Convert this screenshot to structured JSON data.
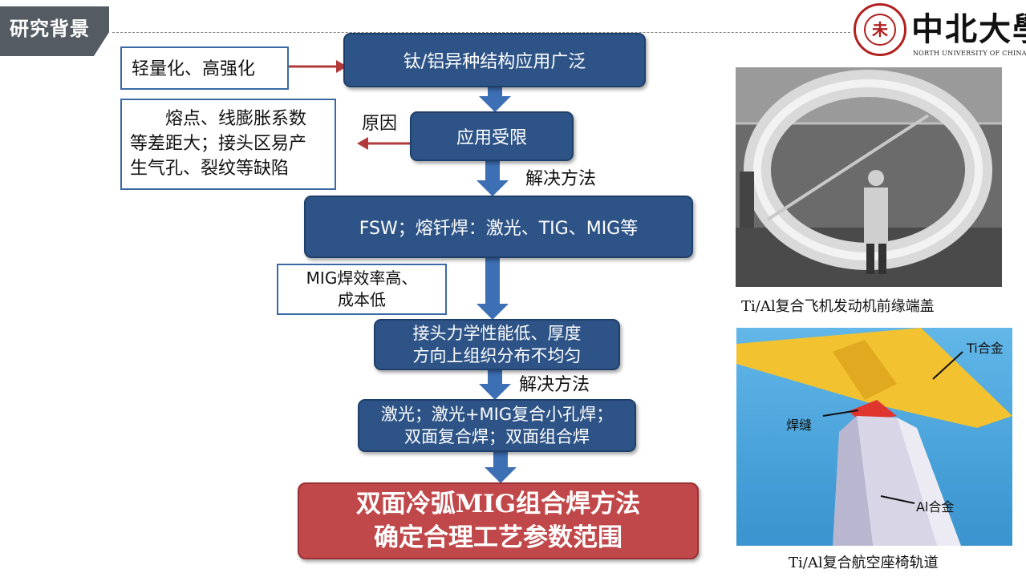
{
  "header": {
    "title": "研究背景"
  },
  "logo": {
    "seal_char": "未",
    "name": "中北大學",
    "subtitle": "NORTH UNIVERSITY OF CHINA"
  },
  "flow": {
    "node1": "钛/铝异种结构应用广泛",
    "node2": "应用受限",
    "node3": "FSW；熔钎焊：激光、TIG、MIG等",
    "node4": [
      "接头力学性能低、厚度",
      "方向上组织分布不均匀"
    ],
    "node5": [
      "激光；激光+MIG复合小孔焊；",
      "双面复合焊；双面组合焊"
    ],
    "result": [
      "双面冷弧MIG组合焊方法",
      "确定合理工艺参数范围"
    ]
  },
  "side_notes": {
    "note1": "轻量化、高强化",
    "note2": [
      "熔点、线膨胀系数",
      "等差距大；接头区易产",
      "生气孔、裂纹等缺陷"
    ],
    "note2_label": "原因",
    "note3": [
      "MIG焊效率高、",
      "成本低"
    ]
  },
  "edge_labels": {
    "solution1": "解决方法",
    "solution2": "解决方法"
  },
  "figures": {
    "photo1_caption": "Ti/Al复合飞机发动机前缘端盖",
    "photo2_caption": "Ti/Al复合航空座椅轨道",
    "photo2_labels": {
      "ti": "Ti合金",
      "weld": "焊缝",
      "al": "Al合金"
    }
  },
  "colors": {
    "node_blue": "#2e5487",
    "result_red": "#c0484a",
    "arrow_blue": "#3d6fb5",
    "arrow_red": "#b23a3a",
    "header_gray": "#555b63"
  }
}
